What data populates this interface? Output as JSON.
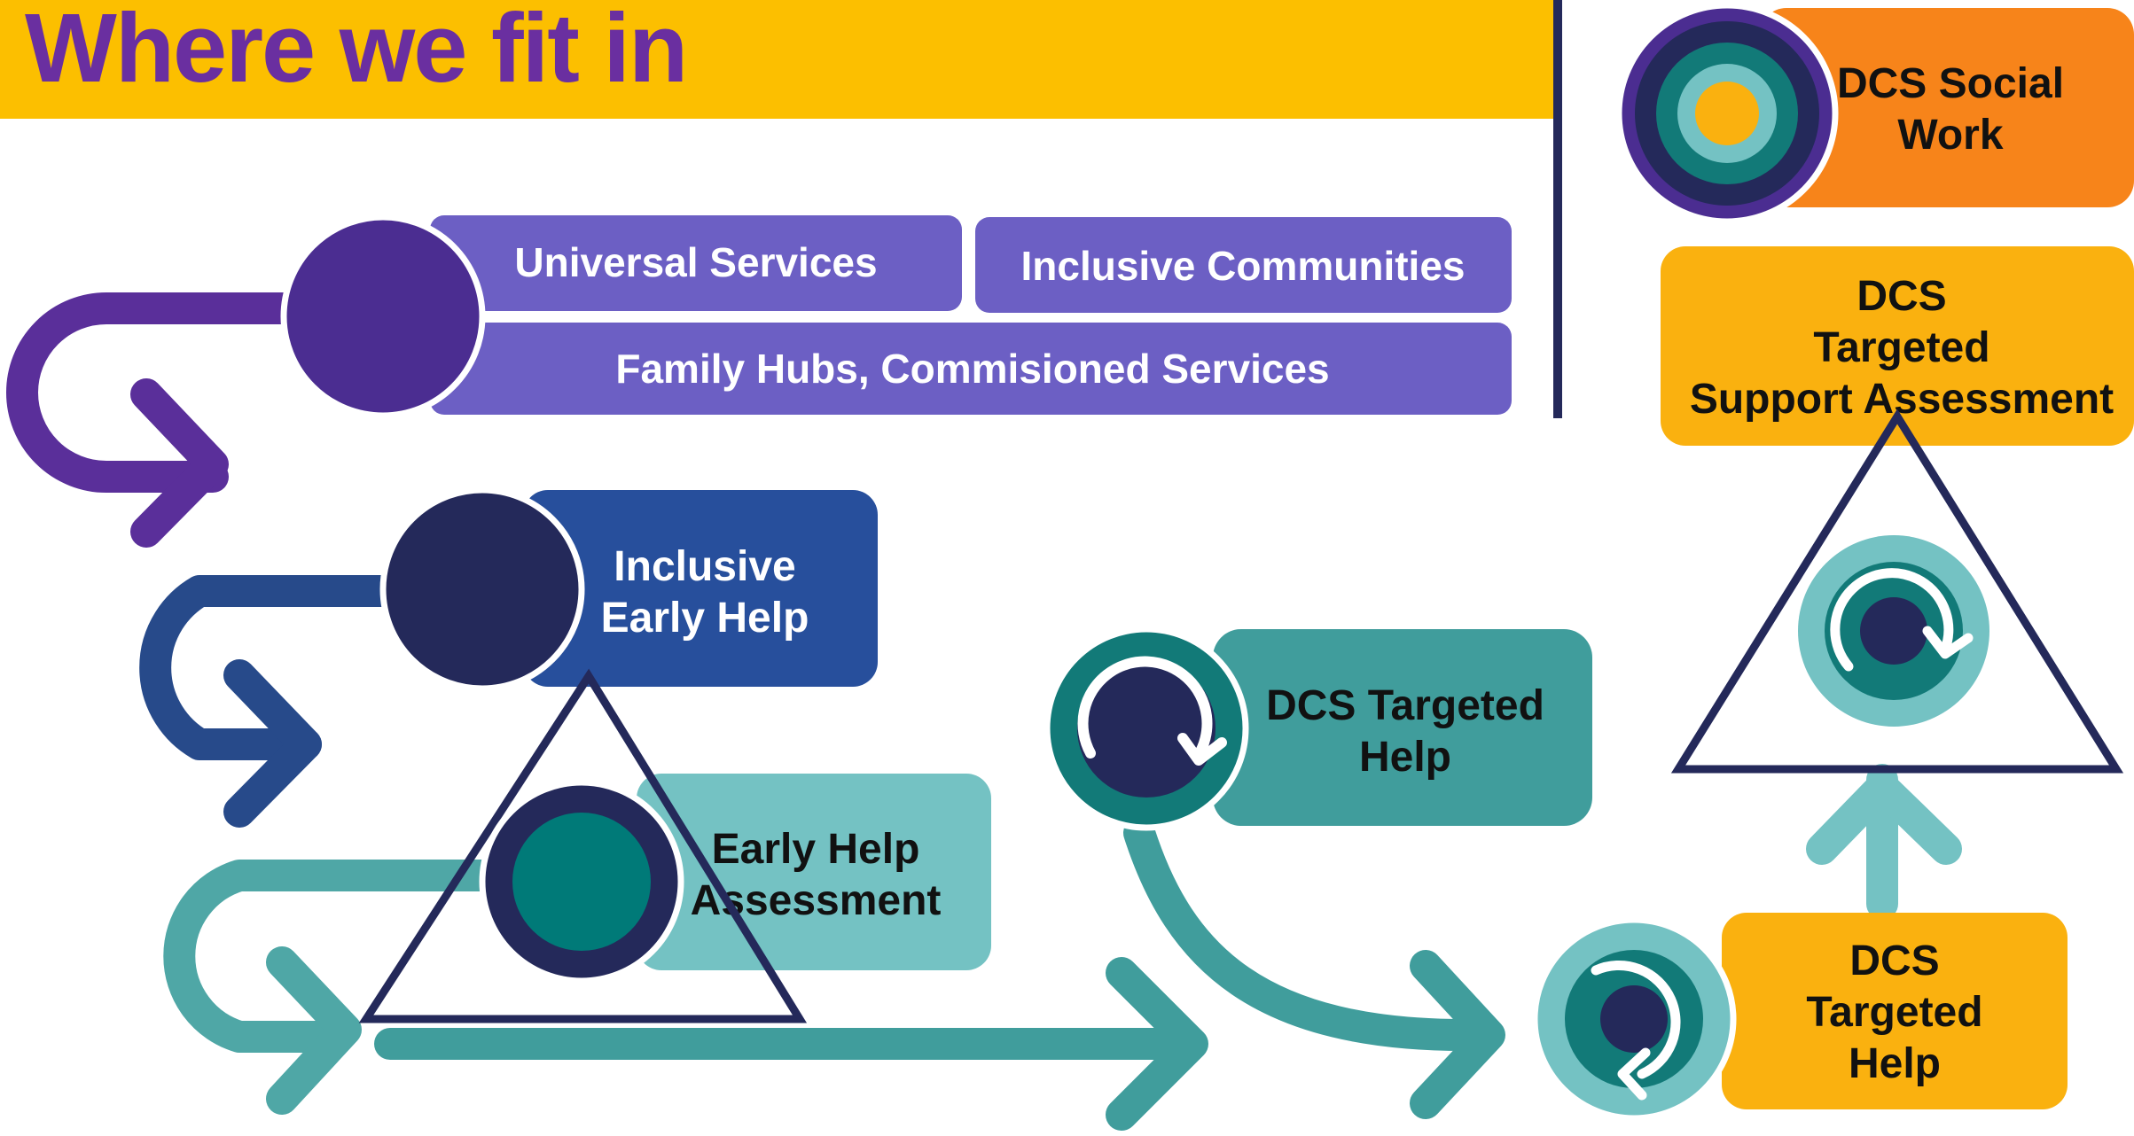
{
  "title": "Where we fit in",
  "colors": {
    "header": "#fcbf00",
    "purple": "#6c5fc4",
    "darkPurple": "#4b2d91",
    "navy": "#24295a",
    "blue": "#274f9c",
    "teal": "#409d9c",
    "lightTeal": "#74c2c3",
    "darkTeal": "#127a78",
    "orange": "#f7841a",
    "amber": "#fab10f"
  },
  "boxes": {
    "universal": "Universal Services",
    "inclusive_communities": "Inclusive Communities",
    "family_hubs": "Family Hubs, Commisioned Services",
    "inclusive_early_help": [
      "Inclusive",
      "Early Help"
    ],
    "early_help_assessment": [
      "Early Help",
      "Assessment"
    ],
    "dcs_targeted_help_teal": [
      "DCS Targeted",
      "Help"
    ],
    "dcs_social_work": [
      "DCS Social",
      "Work"
    ],
    "dcs_targeted_support_assessment": [
      "DCS",
      "Targeted",
      "Support Assessment"
    ],
    "dcs_targeted_help_amber": [
      "DCS",
      "Targeted",
      "Help"
    ]
  }
}
